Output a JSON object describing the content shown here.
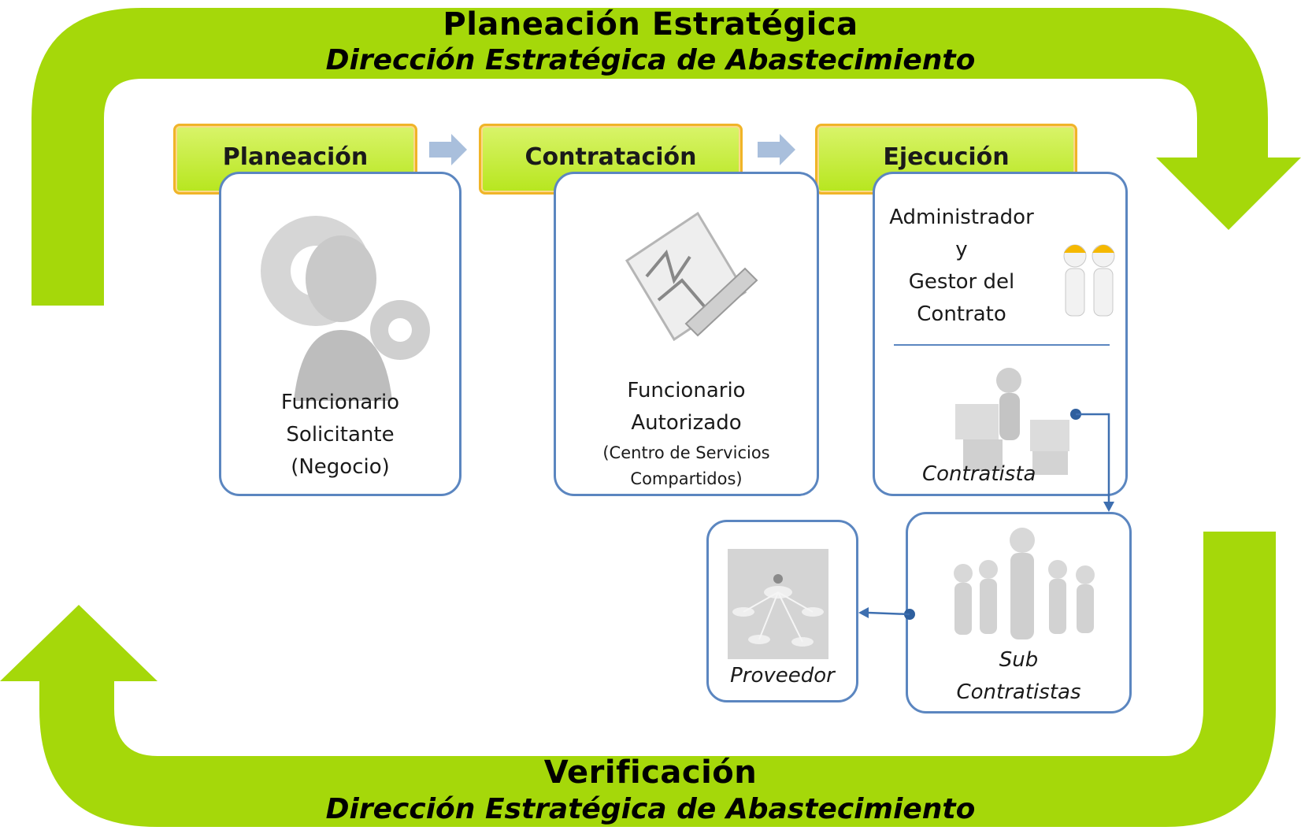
{
  "cycle": {
    "top_title": "Planeación Estratégica",
    "top_subtitle": "Dirección Estratégica de Abastecimiento",
    "bottom_title": "Verificación",
    "bottom_subtitle": "Dirección Estratégica de Abastecimiento",
    "arrow_color": "#a5d80a"
  },
  "phases": [
    {
      "label": "Planeación"
    },
    {
      "label": "Contratación"
    },
    {
      "label": "Ejecución"
    }
  ],
  "roles": {
    "planeacion": {
      "line1": "Funcionario",
      "line2": "Solicitante",
      "line3": "(Negocio)"
    },
    "contratacion": {
      "line1": "Funcionario",
      "line2": "Autorizado",
      "line3": "(Centro de Servicios",
      "line4": "Compartidos)"
    },
    "ejecucion_admin": {
      "line1": "Administrador",
      "line2": "y",
      "line3": "Gestor del",
      "line4": "Contrato"
    },
    "contratista": {
      "label": "Contratista"
    },
    "subcontratistas": {
      "line1": "Sub",
      "line2": "Contratistas"
    },
    "proveedor": {
      "label": "Proveedor"
    }
  },
  "colors": {
    "phase_fill": "#b7e61e",
    "phase_border": "#f0b428",
    "card_border": "#5b86c0",
    "step_arrow": "#a9bfdc"
  }
}
